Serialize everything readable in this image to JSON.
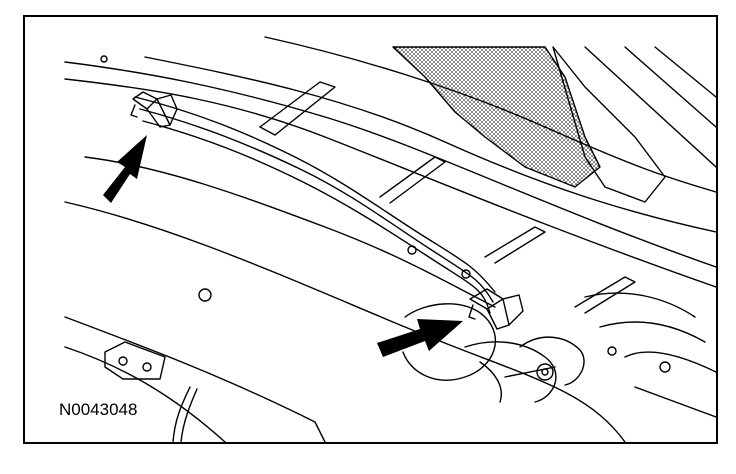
{
  "diagram": {
    "reference_code": "N0043048",
    "colors": {
      "line": "#000000",
      "background": "#ffffff"
    },
    "callouts": [
      {
        "name": "arrow-upper-left",
        "target": "clip-upper-left"
      },
      {
        "name": "arrow-lower-center",
        "target": "clip-lower-center"
      }
    ]
  }
}
